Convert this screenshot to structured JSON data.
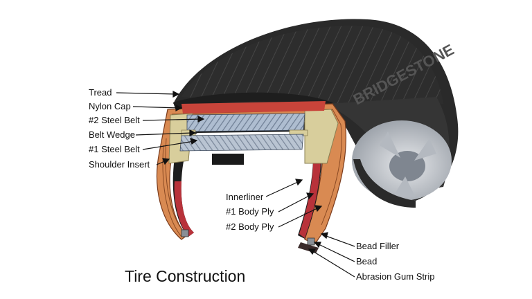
{
  "diagram": {
    "title": "Tire Construction",
    "brand": "BRIDGESTONE",
    "labels": {
      "tread": "Tread",
      "nylon_cap": "Nylon Cap",
      "steel_belt_2": "#2 Steel Belt",
      "belt_wedge": "Belt Wedge",
      "steel_belt_1": "#1 Steel Belt",
      "shoulder_insert": "Shoulder Insert",
      "innerliner": "Innerliner",
      "body_ply_1": "#1 Body Ply",
      "body_ply_2": "#2 Body Ply",
      "bead_filler": "Bead Filler",
      "bead": "Bead",
      "abrasion_gum_strip": "Abrasion Gum Strip"
    }
  },
  "colors": {
    "rubber": "#2b2b2b",
    "body_ply": "#d98a52",
    "nylon_cap": "#c8443a",
    "innerliner": "#b8323a",
    "shoulder_insert": "#d8ce9c",
    "steel_belt": "#8fa6c4",
    "wheel": "#c8ccd2"
  }
}
